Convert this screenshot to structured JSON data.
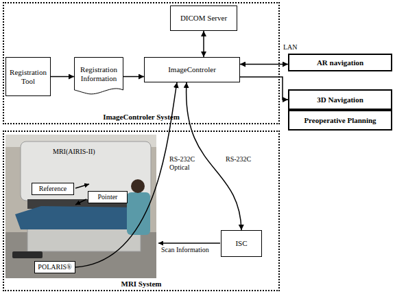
{
  "diagram": {
    "nodes": [
      {
        "text": [
          "ImageControler System"
        ]
      },
      {
        "text": [
          "DICOM Server"
        ],
        "in": 0
      },
      {
        "text": [
          "Registration Tool"
        ],
        "in": 0
      },
      {
        "text": [
          "Registration Information"
        ],
        "in": 0
      },
      {
        "text": [
          "ImageControler"
        ],
        "in": 0
      },
      {
        "text": [
          "AR navigation"
        ]
      },
      {
        "text": [
          "3D Navigation"
        ]
      },
      {
        "text": [
          "Preoperative Planning"
        ]
      },
      {
        "text": [
          "MRI System"
        ]
      },
      {
        "text": [
          "Reference"
        ],
        "in": 8
      },
      {
        "text": [
          "Pointer"
        ],
        "in": 8
      },
      {
        "text": [
          "POLARIS®"
        ],
        "in": 8
      },
      {
        "text": [
          "ISC"
        ],
        "in": 8
      }
    ],
    "edges": [
      {
        "from": 2,
        "to": 3,
        "arrow": "to"
      },
      {
        "from": 3,
        "to": 4,
        "arrow": "to"
      },
      {
        "from": 1,
        "to": 4,
        "arrow": "both"
      },
      {
        "from": 4,
        "to": 5,
        "label": "LAN",
        "arrow": "both"
      },
      {
        "from": 4,
        "to": 6,
        "arrow": "to"
      },
      {
        "from": 11,
        "to": 4,
        "label": "RS-232C Optical",
        "arrow": "to"
      },
      {
        "from": 4,
        "to": 12,
        "label": "RS-232C",
        "arrow": "both"
      }
    ],
    "labels": [
      "MRI(AIRIS-II)",
      "Scan Information"
    ]
  }
}
